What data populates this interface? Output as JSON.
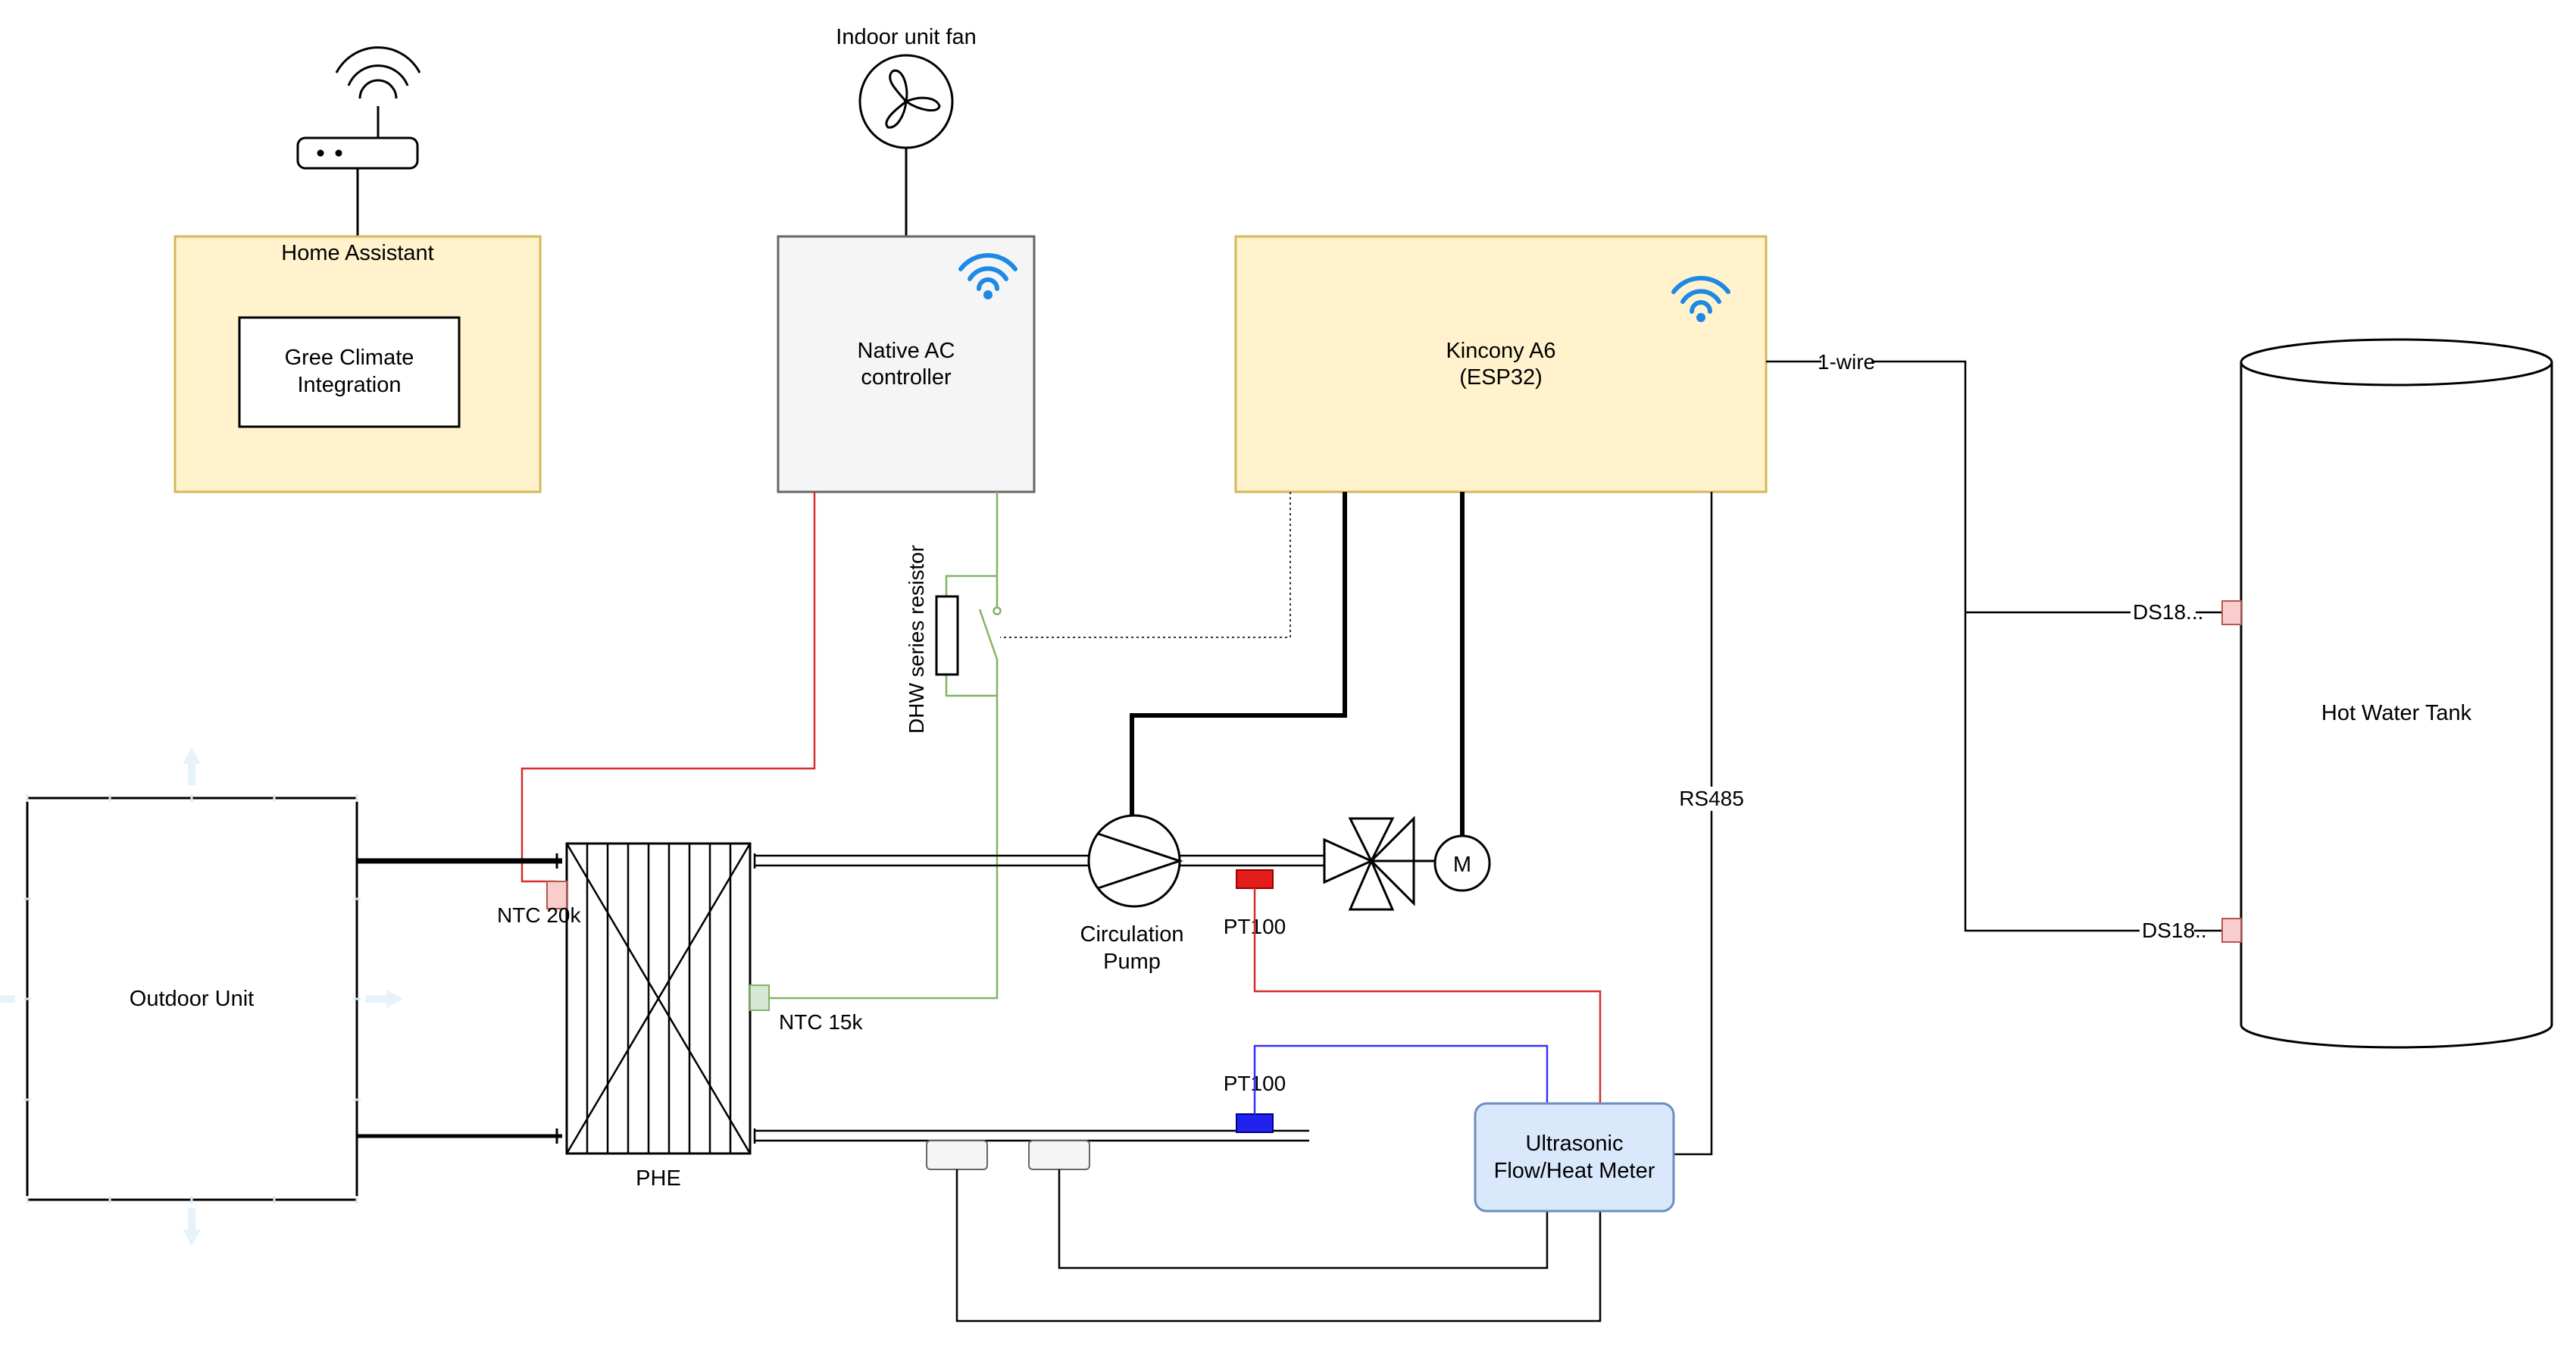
{
  "labels": {
    "indoor_unit_fan": "Indoor unit fan",
    "home_assistant": "Home Assistant",
    "gree_line1": "Gree Climate",
    "gree_line2": "Integration",
    "native_ac_line1": "Native AC",
    "native_ac_line2": "controller",
    "kincony_line1": "Kincony A6",
    "kincony_line2": "(ESP32)",
    "one_wire": "1-wire",
    "dhw_series_resistor": "DHW series resistor",
    "ds18_top": "DS18...",
    "ds18_bottom": "DS18..",
    "hot_water_tank": "Hot Water Tank",
    "rs485": "RS485",
    "outdoor_unit": "Outdoor Unit",
    "ntc_20k": "NTC 20k",
    "ntc_15k": "NTC 15k",
    "phe": "PHE",
    "circulation_line1": "Circulation",
    "circulation_line2": "Pump",
    "pt100_supply": "PT100",
    "pt100_return": "PT100",
    "motor": "M",
    "meter_line1": "Ultrasonic",
    "meter_line2": "Flow/Heat Meter"
  },
  "colors": {
    "home_assistant_fill": "#fff2cc",
    "home_assistant_stroke": "#d6b656",
    "native_ac_fill": "#f5f5f5",
    "native_ac_stroke": "#666666",
    "kincony_fill": "#fff2cc",
    "meter_fill": "#dae8fc",
    "meter_stroke": "#6c8ebf",
    "wifi": "#1e88e5",
    "red_wire": "#d32f2f",
    "green_wire": "#82b366",
    "blue_wire": "#3333ff",
    "pt100_red": "#e31c1c",
    "pt100_blue": "#2222ee",
    "sensor_pink": "#f8cecc",
    "sensor_green": "#d5e8d4",
    "outdoor_arrow": "#e6f3fb"
  },
  "icons": {
    "router": "router-icon",
    "fan": "fan-icon",
    "wifi": "wifi-icon",
    "pump": "pump-icon",
    "valve": "three-way-valve-icon",
    "resistor": "resistor-icon",
    "switch": "switch-icon"
  }
}
